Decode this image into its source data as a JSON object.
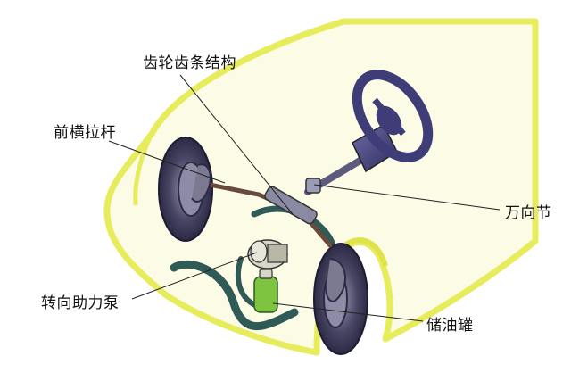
{
  "labels": {
    "gear_structure": "齿轮齿条结构",
    "front_tie_rod": "前横拉杆",
    "universal_joint": "万向节",
    "power_steering_pump": "转向助力泵",
    "reservoir": "储油罐"
  },
  "colors": {
    "body_fill": "#fbfbe6",
    "body_edge": "#e7ec5c",
    "tire": "#3b3858",
    "tire_light": "#6b6888",
    "steering": "#3e3d78",
    "reservoir_green": "#7ec440",
    "pipe": "#2f5a55",
    "line": "#222222"
  }
}
